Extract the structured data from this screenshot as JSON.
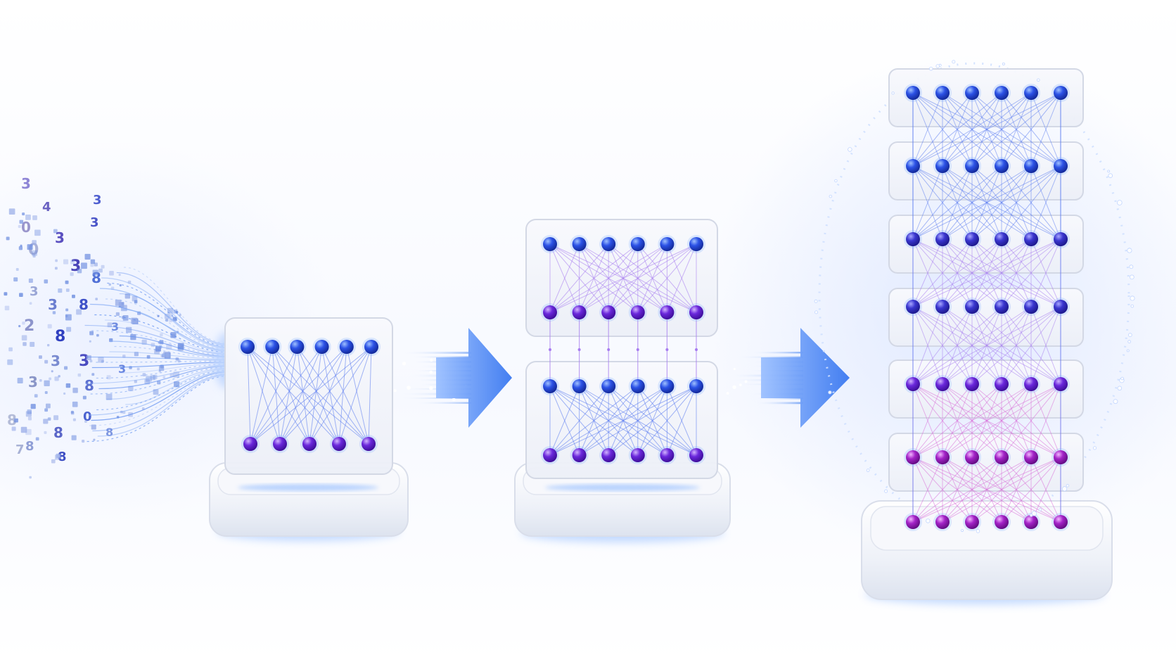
{
  "colors": {
    "node_blue": "#1f3fd6",
    "node_indigo": "#3d2fc4",
    "node_purple": "#6a25d8",
    "node_magenta": "#a21fc4",
    "link_blue": "#5b7cf0",
    "link_purple": "#a77cf0",
    "link_pink": "#d86bd8",
    "arrow_blue": "#3f7ff2",
    "panel_fill": "#f3f5fb",
    "panel_stroke": "#d4d9e6",
    "glow": "#7fb0ff"
  },
  "stages": [
    {
      "name": "shallow-network",
      "layers": [
        {
          "nodes": 6,
          "tone": "node_blue"
        },
        {
          "nodes": 5,
          "tone": "node_purple"
        }
      ]
    },
    {
      "name": "two-block-network",
      "blocks": [
        {
          "layers": [
            {
              "nodes": 6,
              "tone": "node_blue"
            },
            {
              "nodes": 6,
              "tone": "node_purple"
            }
          ]
        },
        {
          "layers": [
            {
              "nodes": 6,
              "tone": "node_blue"
            },
            {
              "nodes": 6,
              "tone": "node_purple"
            }
          ]
        }
      ]
    },
    {
      "name": "deep-network",
      "layers": [
        {
          "nodes": 6,
          "tone": "node_blue"
        },
        {
          "nodes": 6,
          "tone": "node_blue"
        },
        {
          "nodes": 6,
          "tone": "node_indigo"
        },
        {
          "nodes": 6,
          "tone": "node_indigo"
        },
        {
          "nodes": 6,
          "tone": "node_purple"
        },
        {
          "nodes": 6,
          "tone": "node_magenta"
        },
        {
          "nodes": 6,
          "tone": "node_magenta"
        }
      ]
    }
  ],
  "digits": [
    "3",
    "4",
    "3",
    "0",
    "3",
    "3",
    "0",
    "3",
    "8",
    "3",
    "3",
    "8",
    "2",
    "8",
    "3",
    "3",
    "8",
    "3",
    "8",
    "8",
    "0",
    "8",
    "8",
    "7",
    "3",
    "3",
    "8"
  ],
  "icons": [
    "input-data-stream",
    "right-arrow",
    "network-pedestal"
  ]
}
